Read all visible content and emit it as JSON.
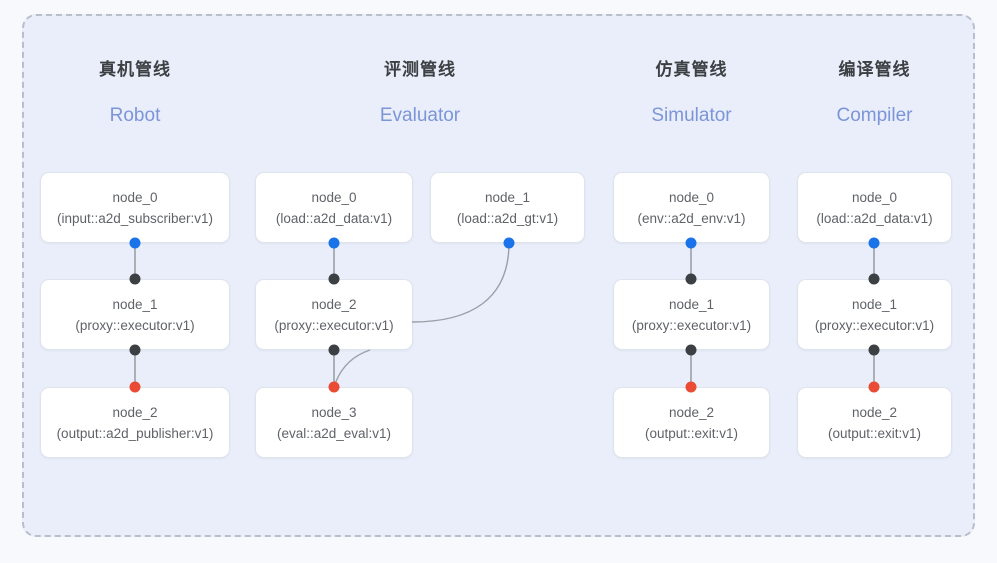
{
  "panel": {
    "border_style": "dashed",
    "background": "#e9eefa",
    "border_color": "#b9bfca"
  },
  "colors": {
    "page_background": "#f7f9fd",
    "node_background": "#ffffff",
    "node_border": "#dfe3ec",
    "node_text": "#5f6368",
    "title_text": "#3c4043",
    "subtitle_text": "#7b95d8",
    "dot_input": "#1a73e8",
    "dot_link": "#3c4043",
    "dot_output": "#ea4b35",
    "edge_line": "#9aa0a6"
  },
  "columns": [
    {
      "id": "robot",
      "title": "真机管线",
      "subtitle": "Robot",
      "nodes": [
        {
          "name": "node_0",
          "type": "(input::a2d_subscriber:v1)"
        },
        {
          "name": "node_1",
          "type": "(proxy::executor:v1)"
        },
        {
          "name": "node_2",
          "type": "(output::a2d_publisher:v1)"
        }
      ]
    },
    {
      "id": "evaluator",
      "title": "评测管线",
      "subtitle": "Evaluator",
      "nodes": [
        {
          "name": "node_0",
          "type": "(load::a2d_data:v1)"
        },
        {
          "name": "node_1",
          "type": "(load::a2d_gt:v1)"
        },
        {
          "name": "node_2",
          "type": "(proxy::executor:v1)"
        },
        {
          "name": "node_3",
          "type": "(eval::a2d_eval:v1)"
        }
      ]
    },
    {
      "id": "simulator",
      "title": "仿真管线",
      "subtitle": "Simulator",
      "nodes": [
        {
          "name": "node_0",
          "type": "(env::a2d_env:v1)"
        },
        {
          "name": "node_1",
          "type": "(proxy::executor:v1)"
        },
        {
          "name": "node_2",
          "type": "(output::exit:v1)"
        }
      ]
    },
    {
      "id": "compiler",
      "title": "编译管线",
      "subtitle": "Compiler",
      "nodes": [
        {
          "name": "node_0",
          "type": "(load::a2d_data:v1)"
        },
        {
          "name": "node_1",
          "type": "(proxy::executor:v1)"
        },
        {
          "name": "node_2",
          "type": "(output::exit:v1)"
        }
      ]
    }
  ]
}
